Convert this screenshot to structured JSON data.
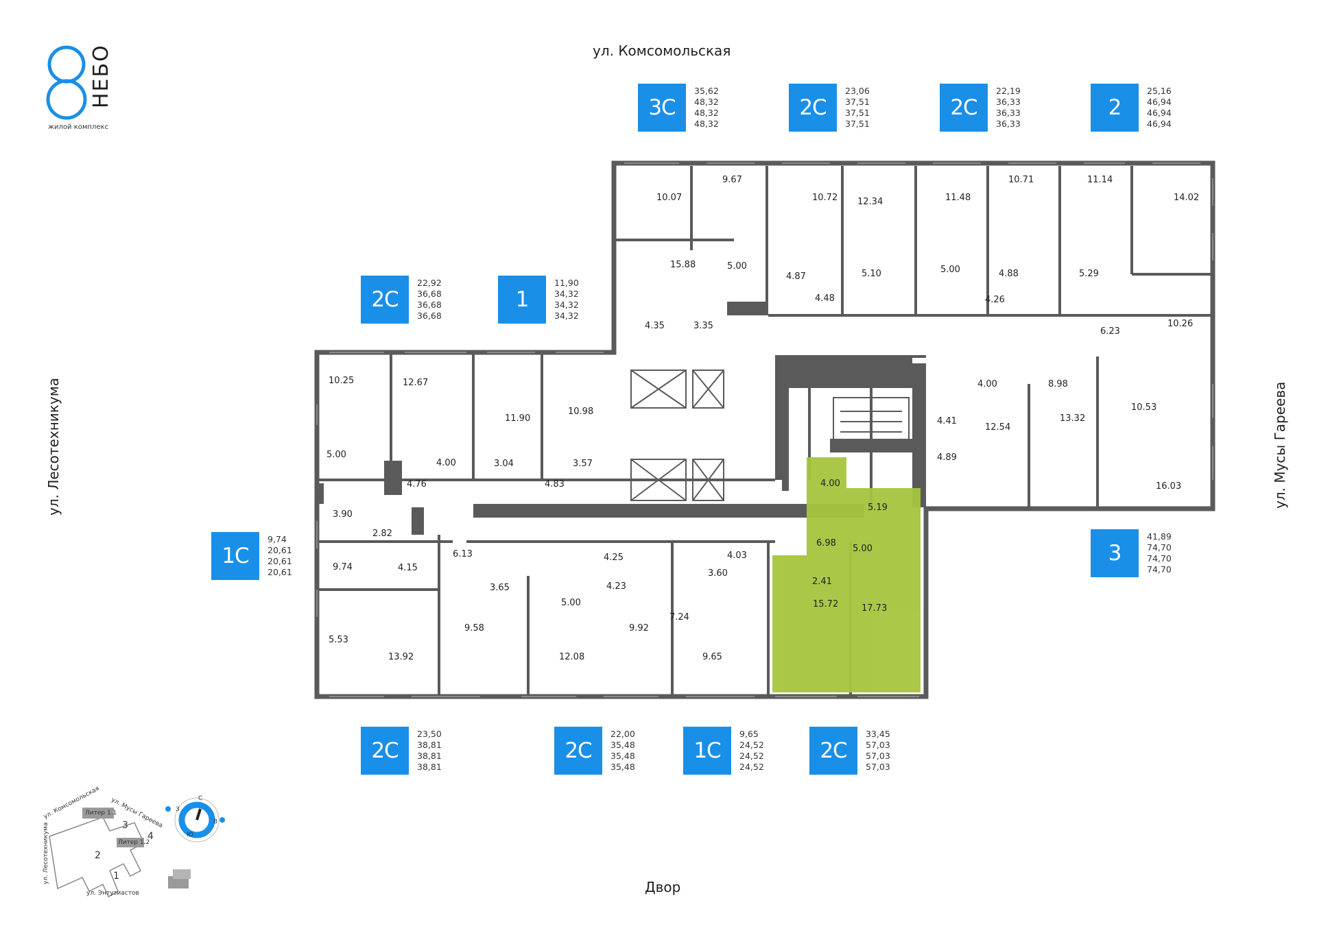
{
  "logo": {
    "brand": "НЕБО",
    "subtitle": "жилой комплекс",
    "accent_color": "#1a8fe8"
  },
  "streets": {
    "top": "ул. Комсомольская",
    "left": "ул. Лесотехникума",
    "right": "ул. Мусы Гареева",
    "bottom": "Двор"
  },
  "units": [
    {
      "code": "3С",
      "areas": [
        "35,62",
        "48,32",
        "48,32",
        "48,32"
      ]
    },
    {
      "code": "2С",
      "areas": [
        "23,06",
        "37,51",
        "37,51",
        "37,51"
      ]
    },
    {
      "code": "2С",
      "areas": [
        "22,19",
        "36,33",
        "36,33",
        "36,33"
      ]
    },
    {
      "code": "2",
      "areas": [
        "25,16",
        "46,94",
        "46,94",
        "46,94"
      ]
    },
    {
      "code": "2С",
      "areas": [
        "22,92",
        "36,68",
        "36,68",
        "36,68"
      ]
    },
    {
      "code": "1",
      "areas": [
        "11,90",
        "34,32",
        "34,32",
        "34,32"
      ]
    },
    {
      "code": "1С",
      "areas": [
        "9,74",
        "20,61",
        "20,61",
        "20,61"
      ]
    },
    {
      "code": "3",
      "areas": [
        "41,89",
        "74,70",
        "74,70",
        "74,70"
      ]
    },
    {
      "code": "2С",
      "areas": [
        "23,50",
        "38,81",
        "38,81",
        "38,81"
      ]
    },
    {
      "code": "2С",
      "areas": [
        "22,00",
        "35,48",
        "35,48",
        "35,48"
      ]
    },
    {
      "code": "1С",
      "areas": [
        "9,65",
        "24,52",
        "24,52",
        "24,52"
      ]
    },
    {
      "code": "2С",
      "areas": [
        "33,45",
        "57,03",
        "57,03",
        "57,03"
      ]
    }
  ],
  "rooms": [
    "10.07",
    "9.67",
    "10.72",
    "12.34",
    "11.48",
    "10.71",
    "11.14",
    "14.02",
    "15.88",
    "5.00",
    "4.87",
    "4.48",
    "5.10",
    "5.00",
    "4.26",
    "4.88",
    "5.29",
    "10.26",
    "4.35",
    "3.35",
    "6.23",
    "10.25",
    "12.67",
    "11.90",
    "10.98",
    "4.00",
    "8.98",
    "10.53",
    "5.00",
    "4.00",
    "3.04",
    "3.57",
    "4.83",
    "4.76",
    "4.41",
    "12.54",
    "13.32",
    "4.89",
    "16.03",
    "4.00",
    "3.90",
    "2.82",
    "5.19",
    "6.98",
    "5.00",
    "9.74",
    "4.15",
    "6.13",
    "3.65",
    "4.25",
    "4.23",
    "4.03",
    "3.60",
    "2.41",
    "15.72",
    "17.73",
    "5.53",
    "13.92",
    "9.58",
    "5.00",
    "12.08",
    "9.92",
    "7.24",
    "9.65"
  ],
  "minimap": {
    "streets": [
      "ул. Комсомольская",
      "ул. Мусы Гареева",
      "ул. Лесотехникума",
      "ул. Энтузиастов"
    ],
    "buildings": [
      "Литер 1.1",
      "Литер 1.2"
    ],
    "sections": [
      "1",
      "2",
      "3",
      "4"
    ],
    "compass": [
      "С",
      "В",
      "Ю",
      "З"
    ]
  },
  "colors": {
    "wall": "#5a5a5a",
    "highlight": "#a6c53e",
    "badge": "#1a8fe8"
  }
}
